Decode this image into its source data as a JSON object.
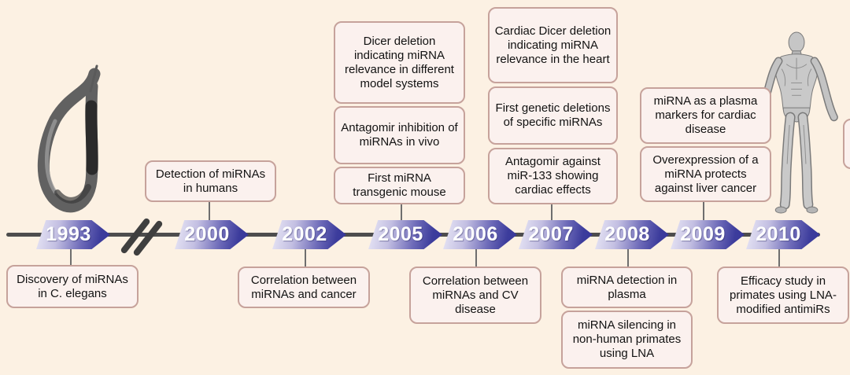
{
  "figure": {
    "description": "Timeline of miRNA research milestones from 1993 to 2010",
    "timeline_break_symbol": "//",
    "illustrations": {
      "worm": "C. elegans worm micrograph",
      "human": "human muscular anatomy figure"
    },
    "colors": {
      "background": "#fcf1e3",
      "box_fill": "#fbf1ee",
      "box_border": "#c6a29b",
      "arrow_gradient_light": "#eae8f6",
      "arrow_gradient_dark": "#3c3c9c",
      "timeline_line": "#4d4d4d",
      "year_text": "#ffffff"
    }
  },
  "milestones": [
    {
      "year": "1993",
      "notes_below": [
        "Discovery of miRNAs in C. elegans"
      ]
    },
    {
      "year": "2000",
      "notes_above": [
        "Detection of miRNAs in humans"
      ]
    },
    {
      "year": "2002",
      "notes_below": [
        "Correlation between miRNAs and cancer"
      ]
    },
    {
      "year": "2005",
      "notes_above": [
        "Dicer deletion indicating miRNA relevance in different model systems",
        "Antagomir inhibition of miRNAs in vivo",
        "First miRNA transgenic mouse"
      ]
    },
    {
      "year": "2006",
      "notes_below": [
        "Correlation between miRNAs and CV disease"
      ]
    },
    {
      "year": "2007",
      "notes_above": [
        "Cardiac Dicer deletion indicating miRNA relevance in the heart",
        "First genetic deletions of specific miRNAs",
        "Antagomir against miR-133 showing cardiac effects"
      ]
    },
    {
      "year": "2008",
      "notes_below": [
        "miRNA detection in plasma",
        "miRNA silencing in non-human primates using LNA"
      ]
    },
    {
      "year": "2009",
      "notes_above": [
        "miRNA as a plasma markers for cardiac disease",
        "Overexpression of a miRNA protects against liver cancer"
      ]
    },
    {
      "year": "2010",
      "notes_below": [
        "Efficacy study in primates using LNA-modified antimiRs"
      ]
    }
  ]
}
